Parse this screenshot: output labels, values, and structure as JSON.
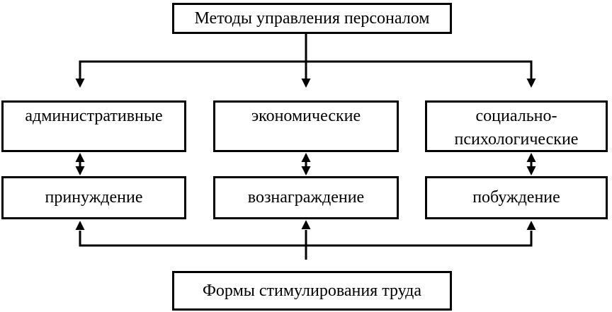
{
  "diagram": {
    "title": "Методы управления персоналом",
    "bottom_label": "Формы стимулирования труда",
    "method_groups": [
      {
        "method": "административные",
        "stimulus": "принуждение"
      },
      {
        "method": "экономические",
        "stimulus": "вознаграждение"
      },
      {
        "method": "социально-психологические",
        "stimulus": "побуждение"
      }
    ],
    "colors": {
      "line": "#000000",
      "background": "#ffffff",
      "text": "#000000"
    }
  }
}
